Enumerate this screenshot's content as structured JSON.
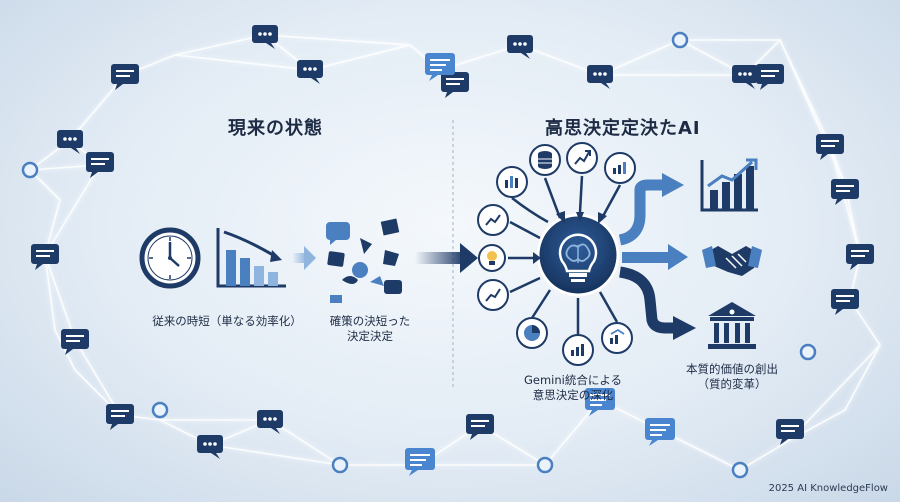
{
  "left_section": {
    "title": "現来の状態",
    "caption1": "従来の時短（単なる効率化）",
    "caption2_line1": "確策の決短った",
    "caption2_line2": "決定決定"
  },
  "right_section": {
    "title": "高思決定定決たAI",
    "center_caption_line1": "Gemini統合による",
    "center_caption_line2": "意思決定の深化",
    "right_caption_line1": "本質的価値の創出",
    "right_caption_line2": "（質的変革）"
  },
  "footer": "2025 AI KnowledgeFlow",
  "colors": {
    "navy": "#1e3a66",
    "mid_blue": "#4a7fc0",
    "light_blue": "#8fb4de",
    "glow": "#ffffff"
  },
  "icons": [
    "clock-icon",
    "declining-chart-icon",
    "scattered-shapes-icon",
    "brain-lightbulb-icon",
    "database-icon",
    "bar-chart-icon",
    "growth-chart-icon",
    "handshake-icon",
    "bank-icon",
    "pie-chart-icon",
    "lightbulb-icon",
    "speech-bubble-icon"
  ]
}
